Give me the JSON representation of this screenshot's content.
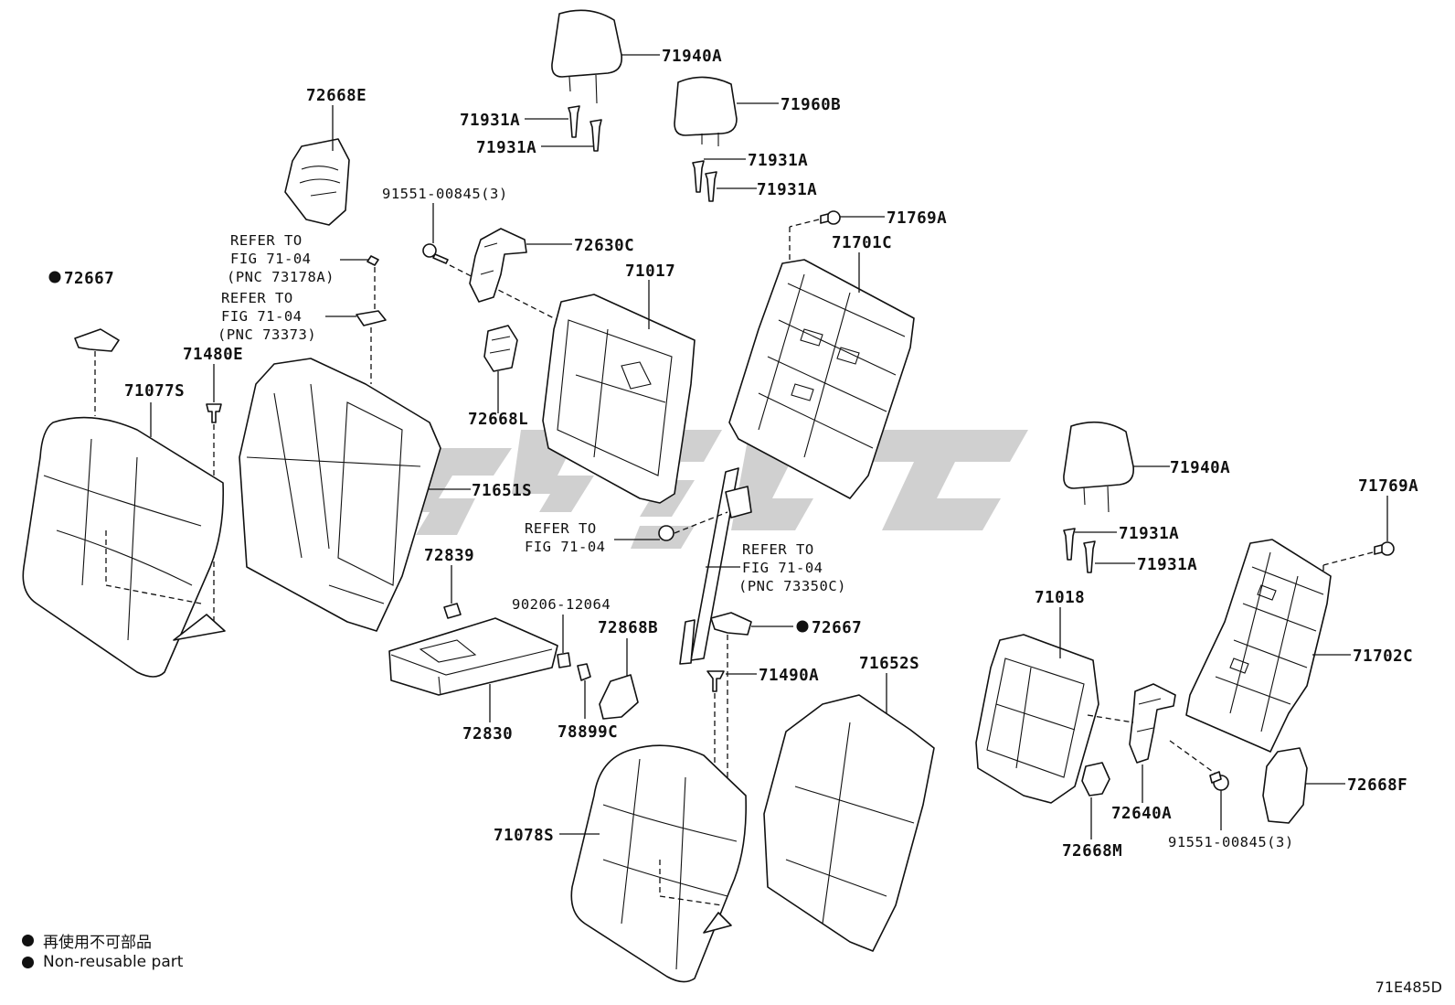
{
  "labels": {
    "l71940A_top": "71940A",
    "l71960B": "71960B",
    "l71931A_1": "71931A",
    "l71931A_2": "71931A",
    "l71931A_3": "71931A",
    "l71931A_4": "71931A",
    "l72668E": "72668E",
    "l91551_top": "91551-00845(3)",
    "l72630C": "72630C",
    "l71769A_top": "71769A",
    "l71701C": "71701C",
    "l71017": "71017",
    "l72667_left": "72667",
    "l71480E": "71480E",
    "l71077S": "71077S",
    "l72668L": "72668L",
    "l71651S": "71651S",
    "l72839": "72839",
    "l90206": "90206-12064",
    "l72868B": "72868B",
    "l72830": "72830",
    "l78899C": "78899C",
    "l72667_mid": "72667",
    "l71490A": "71490A",
    "l71652S": "71652S",
    "l71078S": "71078S",
    "l71940A_right": "71940A",
    "l71931A_5": "71931A",
    "l71931A_6": "71931A",
    "l71769A_right": "71769A",
    "l71018": "71018",
    "l71702C": "71702C",
    "l72668F": "72668F",
    "l72640A": "72640A",
    "l72668M": "72668M",
    "l91551_bottom": "91551-00845(3)"
  },
  "refs": {
    "r1": [
      "REFER TO",
      "FIG 71-04",
      "(PNC 73178A)"
    ],
    "r2": [
      "REFER TO",
      "FIG 71-04",
      "(PNC 73373)"
    ],
    "r3": [
      "REFER TO",
      "FIG 71-04"
    ],
    "r4": [
      "REFER TO",
      "FIG 71-04",
      "(PNC 73350C)"
    ]
  },
  "legend": {
    "line1": "再使用不可部品",
    "line2": "Non-reusable part"
  },
  "figure_id": "71E485D",
  "colors": {
    "ink": "#111111",
    "watermark": "#c8c8c8"
  }
}
